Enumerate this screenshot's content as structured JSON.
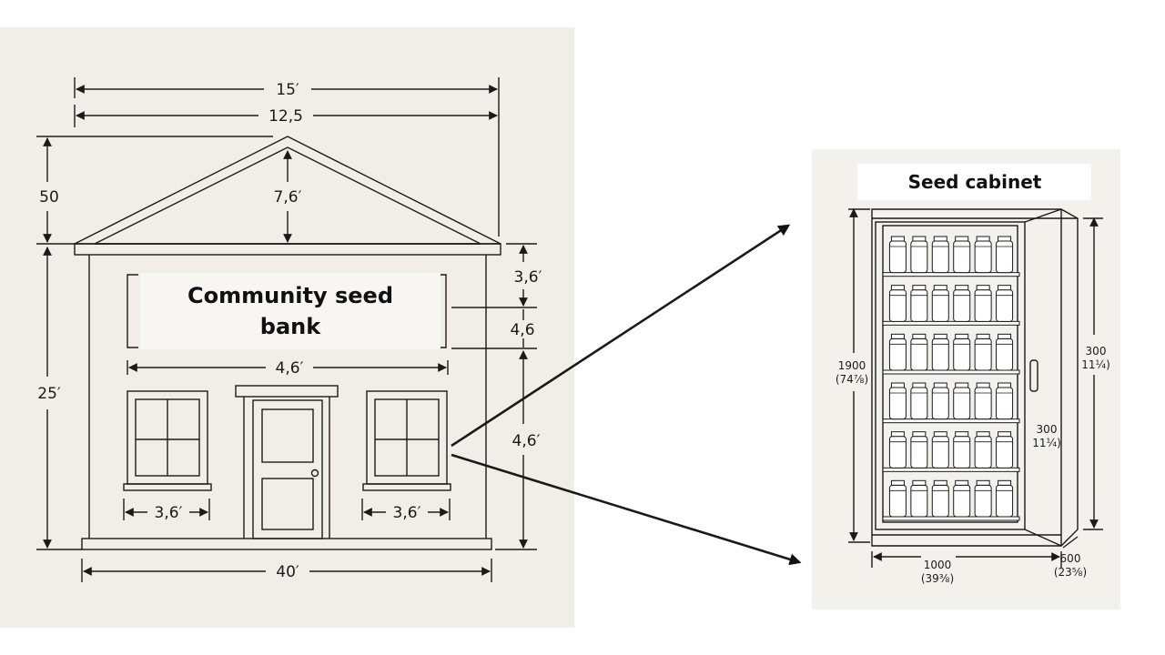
{
  "house": {
    "sign_line1": "Community seed",
    "sign_line2": "bank",
    "dims": {
      "overall_width": "15′",
      "roof_width": "12,5",
      "roof_left": "50",
      "roof_rise": "7,6′",
      "wall_height": "25′",
      "sign_right": "3,6′",
      "mid_right": "4,6",
      "lower_right": "4,6′",
      "door_span": "4,6′",
      "left_window": "3,6′",
      "right_window": "3,6′",
      "base_width": "40′"
    }
  },
  "cabinet": {
    "title": "Seed cabinet",
    "dims": {
      "height_mm": "1900",
      "height_in": "(74⅞)",
      "right_top_mm": "300",
      "right_top_in": "11¼)",
      "right_mid_mm": "300",
      "right_mid_in": "11¼)",
      "width_mm": "1000",
      "width_in": "(39⅜)",
      "depth_mm": "600",
      "depth_in": "(23⅝)"
    },
    "shelves": 6,
    "jars_per_shelf": 6
  },
  "colors": {
    "panel_left": "#f1eee8",
    "panel_right": "#f3f1ec",
    "line": "#1a1a1a",
    "sign": "#f7f6f3"
  }
}
